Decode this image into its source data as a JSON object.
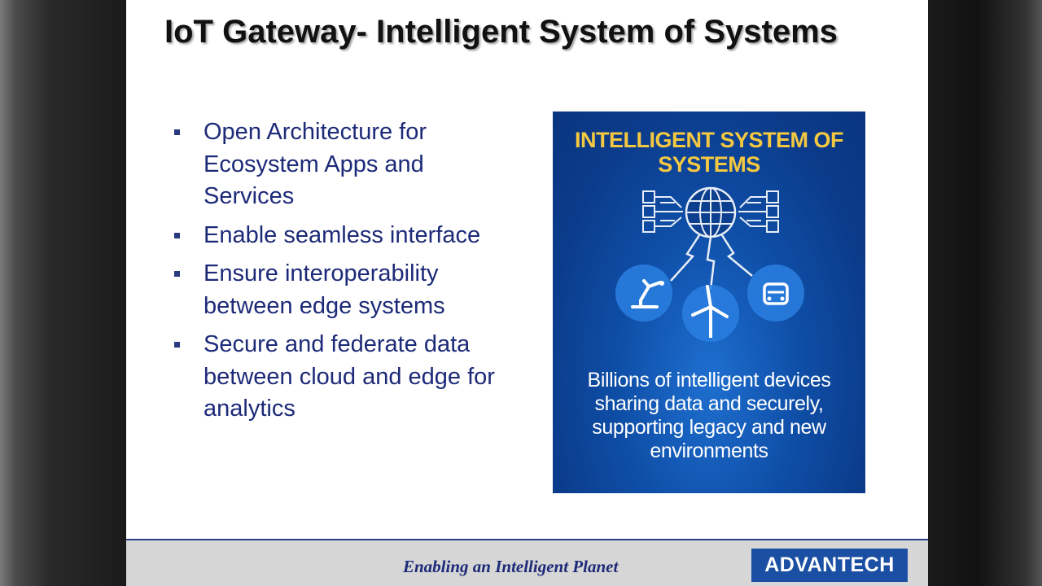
{
  "slide": {
    "title": "IoT Gateway- Intelligent System of Systems",
    "bullets": [
      "Open Architecture for Ecosystem Apps and Services",
      "Enable seamless interface",
      "Ensure interoperability between edge systems",
      "Secure and federate data between cloud and edge for analytics"
    ]
  },
  "figure": {
    "title": "INTELLIGENT SYSTEM OF SYSTEMS",
    "caption": "Billions of intelligent devices sharing data and securely, supporting legacy and new environments",
    "icons": [
      "globe-icon",
      "network-nodes-icon",
      "robot-arm-icon",
      "wind-turbine-icon",
      "car-icon"
    ],
    "colors": {
      "background": "#0f4fa8",
      "title": "#f5c842",
      "caption": "#ffffff"
    }
  },
  "footer": {
    "tagline": "Enabling an Intelligent Planet",
    "logo": "ADVANTECH",
    "colors": {
      "background": "#d6d6d6",
      "logo": "#1b4fa3",
      "tagline": "#1d2a78"
    }
  }
}
